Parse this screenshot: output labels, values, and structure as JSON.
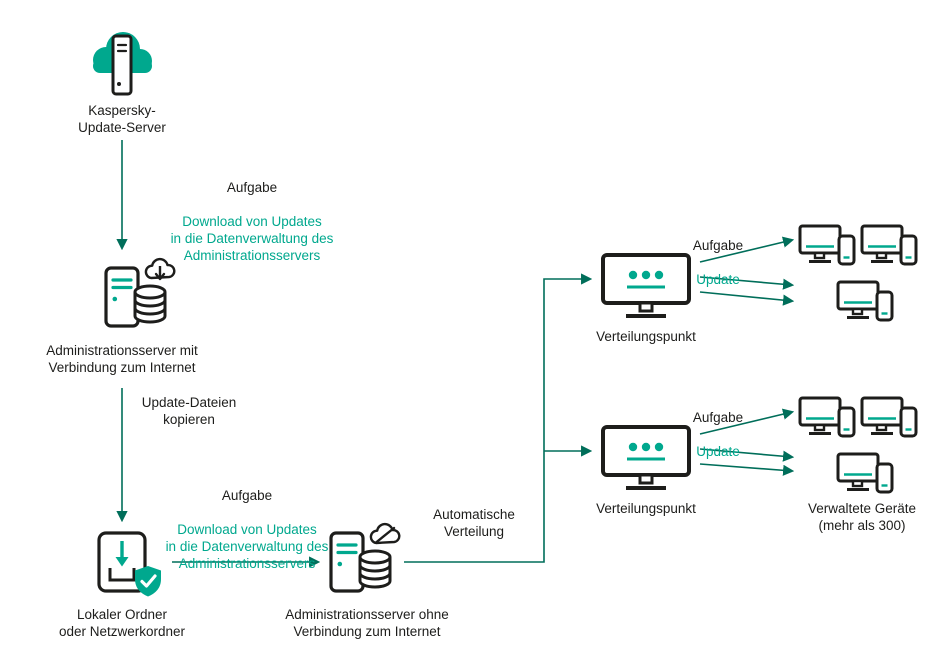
{
  "diagram": {
    "colors": {
      "teal": "#00A88E",
      "ink": "#1D1D1B",
      "arrow": "#006E5A"
    },
    "nodes": {
      "update_server": "Kaspersky-\nUpdate-Server",
      "admin_online": "Administrationsserver mit\nVerbindung zum Internet",
      "local_folder": "Lokaler Ordner\noder Netzwerkordner",
      "admin_offline": "Administrationsserver ohne\nVerbindung zum Internet",
      "distribution_point_1": "Verteilungspunkt",
      "distribution_point_2": "Verteilungspunkt",
      "managed_devices": "Verwaltete Geräte\n(mehr als 300)"
    },
    "edges": {
      "task_download_1": {
        "title": "Aufgabe",
        "detail": "Download von Updates\nin die Datenverwaltung des\nAdministrationsservers"
      },
      "copy_files": "Update-Dateien\nkopieren",
      "task_download_2": {
        "title": "Aufgabe",
        "detail": "Download von Updates\nin die Datenverwaltung des\nAdministrationsservers"
      },
      "auto_distribution": "Automatische\nVerteilung",
      "task_update_1": {
        "title": "Aufgabe",
        "detail": "Update"
      },
      "task_update_2": {
        "title": "Aufgabe",
        "detail": "Update"
      }
    }
  }
}
